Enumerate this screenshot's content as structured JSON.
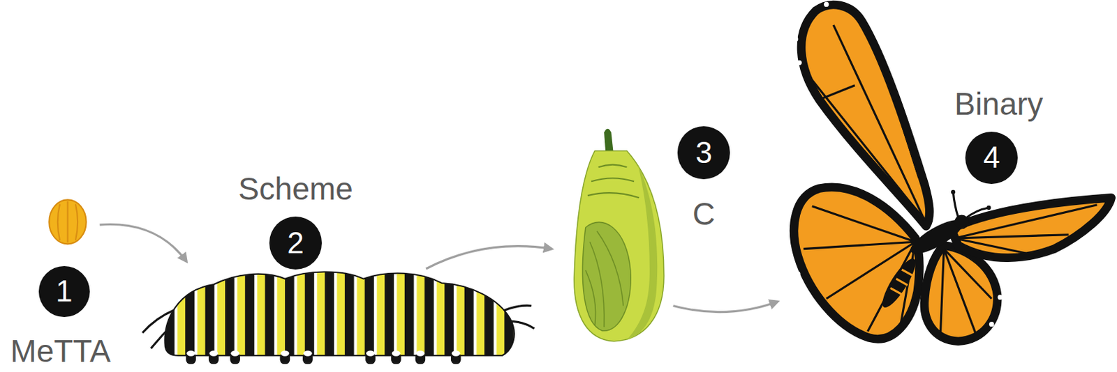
{
  "diagram": {
    "nodes": [
      {
        "text": [
          "1",
          "MeTTA"
        ]
      },
      {
        "text": [
          "Scheme",
          "2"
        ]
      },
      {
        "text": [
          "3",
          "C"
        ]
      },
      {
        "text": [
          "Binary",
          "4"
        ]
      }
    ]
  }
}
